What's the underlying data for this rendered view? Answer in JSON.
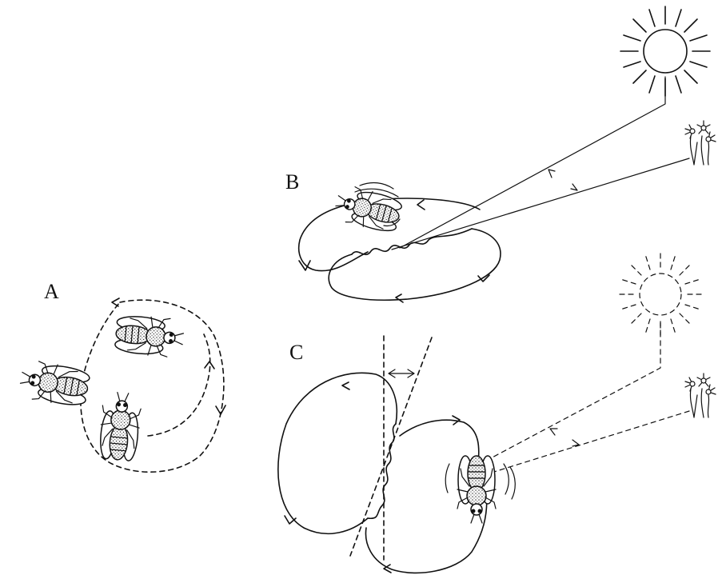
{
  "labels": {
    "a": "A",
    "b": "B",
    "c": "C"
  },
  "colors": {
    "ink": "#111111",
    "background": "#ffffff"
  }
}
